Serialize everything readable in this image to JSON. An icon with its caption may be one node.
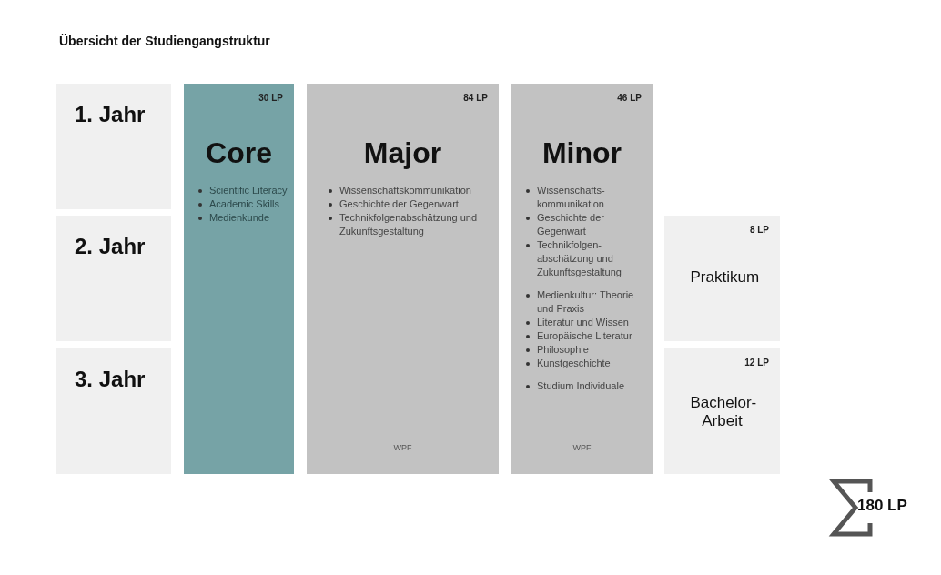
{
  "diagram": {
    "title": "Übersicht der Studiengangstruktur",
    "nodes": [
      {
        "text": [
          "1. Jahr"
        ]
      },
      {
        "text": [
          "2. Jahr"
        ]
      },
      {
        "text": [
          "3. Jahr"
        ]
      },
      {
        "text": [
          "30 LP",
          "Core",
          "Scientific Literacy",
          "Academic Skills",
          "Medienkunde"
        ]
      },
      {
        "text": [
          "84 LP",
          "Major",
          "Wissenschaftskommunikation",
          "Geschichte der Gegenwart",
          "Technikfolgenabschätzung und Zukunftsgestaltung",
          "WPF"
        ]
      },
      {
        "text": [
          "46 LP",
          "Minor",
          "Wissenschafts-kommunikation",
          "Geschichte der Gegenwart",
          "Technikfolgen-abschätzung und Zukunftsgestaltung",
          "Medienkultur: Theorie und Praxis",
          "Literatur und Wissen",
          "Europäische Literatur",
          "Philosophie",
          "Kunstgeschichte",
          "Studium Individuale",
          "WPF"
        ]
      },
      {
        "text": [
          "8 LP",
          "Praktikum"
        ]
      },
      {
        "text": [
          "12 LP",
          "Bachelor-Arbeit"
        ]
      }
    ],
    "labels": [
      "180 LP"
    ]
  }
}
